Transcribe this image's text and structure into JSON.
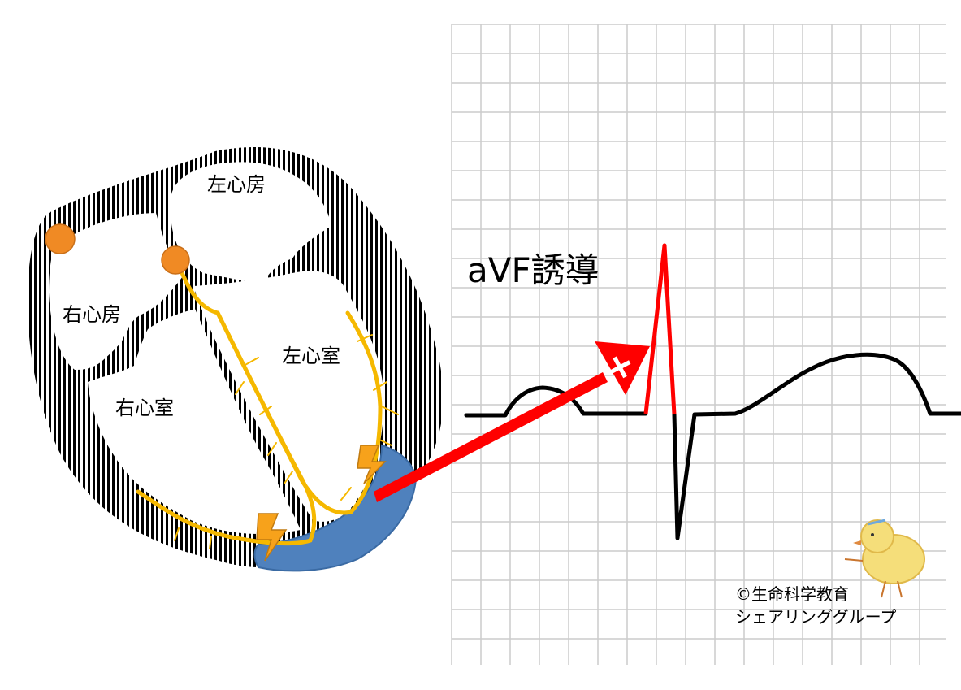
{
  "heart": {
    "labels": {
      "left_atrium": "左心房",
      "right_atrium": "右心房",
      "left_ventricle": "左心室",
      "right_ventricle": "右心室"
    },
    "colors": {
      "wall_stripes": "#000000",
      "conduction": "#f5b800",
      "node": "#f08a24",
      "injury_region": "#4f81bd",
      "lightning": "#f7a21b"
    }
  },
  "ecg": {
    "lead_title": "aVF誘導",
    "vector_sign": "+",
    "colors": {
      "grid": "#cccccc",
      "trace": "#000000",
      "vector_arrow": "#ff0000",
      "r_wave_highlight": "#ff0000"
    }
  },
  "credit": {
    "line1": "©生命科学教育",
    "line2": "シェアリンググループ"
  }
}
